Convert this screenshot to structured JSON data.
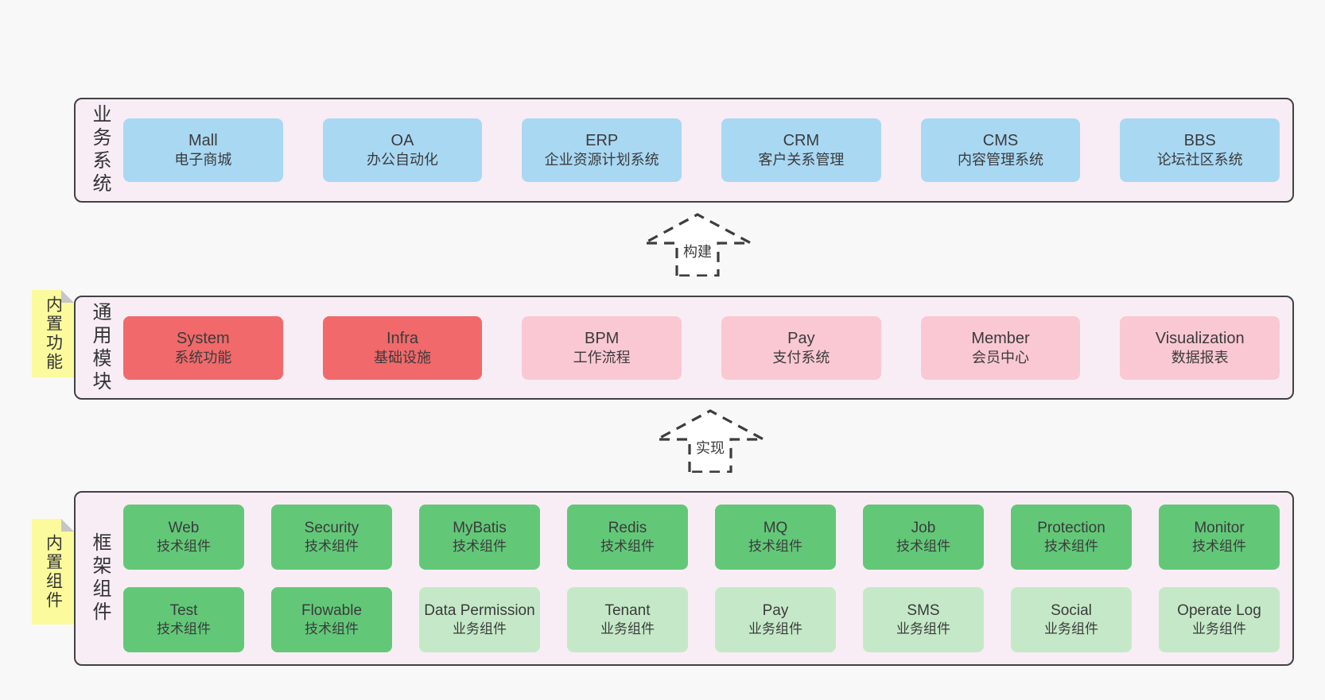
{
  "colors": {
    "page_bg": "#f8f8f8",
    "band_bg": "#f8edf5",
    "band_border": "#424242",
    "blue_box": "#a9d8f3",
    "red_box": "#f1696b",
    "pink_box": "#fac8d3",
    "green_box": "#62c878",
    "light_green_box": "#c5e9c8",
    "sticky_yellow": "#fbfa9d"
  },
  "arrows": [
    {
      "label": "构建"
    },
    {
      "label": "实现"
    }
  ],
  "bands": [
    {
      "label": "业务系统",
      "boxes": [
        {
          "title": "Mall",
          "subtitle": "电子商城"
        },
        {
          "title": "OA",
          "subtitle": "办公自动化"
        },
        {
          "title": "ERP",
          "subtitle": "企业资源计划系统"
        },
        {
          "title": "CRM",
          "subtitle": "客户关系管理"
        },
        {
          "title": "CMS",
          "subtitle": "内容管理系统"
        },
        {
          "title": "BBS",
          "subtitle": "论坛社区系统"
        }
      ]
    },
    {
      "label": "通用模块",
      "sticky": "内置功能",
      "boxes": [
        {
          "title": "System",
          "subtitle": "系统功能"
        },
        {
          "title": "Infra",
          "subtitle": "基础设施"
        },
        {
          "title": "BPM",
          "subtitle": "工作流程"
        },
        {
          "title": "Pay",
          "subtitle": "支付系统"
        },
        {
          "title": "Member",
          "subtitle": "会员中心"
        },
        {
          "title": "Visualization",
          "subtitle": "数据报表"
        }
      ]
    },
    {
      "label": "框架组件",
      "sticky": "内置组件",
      "rows": [
        [
          {
            "title": "Web",
            "subtitle": "技术组件"
          },
          {
            "title": "Security",
            "subtitle": "技术组件"
          },
          {
            "title": "MyBatis",
            "subtitle": "技术组件"
          },
          {
            "title": "Redis",
            "subtitle": "技术组件"
          },
          {
            "title": "MQ",
            "subtitle": "技术组件"
          },
          {
            "title": "Job",
            "subtitle": "技术组件"
          },
          {
            "title": "Protection",
            "subtitle": "技术组件"
          },
          {
            "title": "Monitor",
            "subtitle": "技术组件"
          }
        ],
        [
          {
            "title": "Test",
            "subtitle": "技术组件"
          },
          {
            "title": "Flowable",
            "subtitle": "技术组件"
          },
          {
            "title": "Data Permission",
            "subtitle": "业务组件"
          },
          {
            "title": "Tenant",
            "subtitle": "业务组件"
          },
          {
            "title": "Pay",
            "subtitle": "业务组件"
          },
          {
            "title": "SMS",
            "subtitle": "业务组件"
          },
          {
            "title": "Social",
            "subtitle": "业务组件"
          },
          {
            "title": "Operate Log",
            "subtitle": "业务组件"
          }
        ]
      ]
    }
  ]
}
